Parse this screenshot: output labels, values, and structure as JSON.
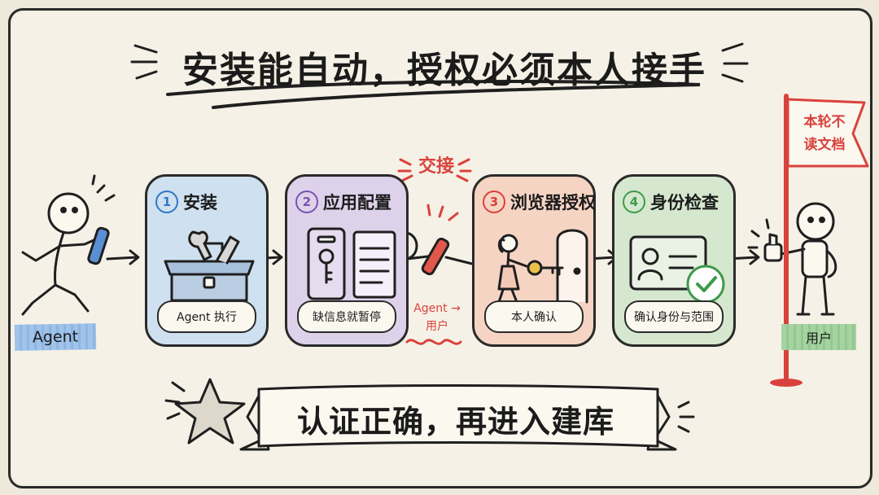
{
  "title": "安装能自动，授权必须本人接手",
  "actors": {
    "agent": "Agent",
    "user": "用户"
  },
  "handoff": {
    "label": "交接",
    "note_from": "Agent →",
    "note_to": "用户"
  },
  "flag": {
    "line1": "本轮不",
    "line2": "读文档"
  },
  "steps": [
    {
      "num": "1",
      "title": "安装",
      "caption": "Agent 执行",
      "color": "#cfe0f0",
      "accent": "#2f78c4"
    },
    {
      "num": "2",
      "title": "应用配置",
      "caption": "缺信息就暂停",
      "color": "#ddd2ea",
      "accent": "#7b52b3"
    },
    {
      "num": "3",
      "title": "浏览器授权",
      "caption": "本人确认",
      "color": "#f6d4c3",
      "accent": "#d9423c"
    },
    {
      "num": "4",
      "title": "身份检查",
      "caption": "确认身份与范围",
      "color": "#d5e8cf",
      "accent": "#3e9a4a"
    }
  ],
  "banner": "认证正确，再进入建库"
}
